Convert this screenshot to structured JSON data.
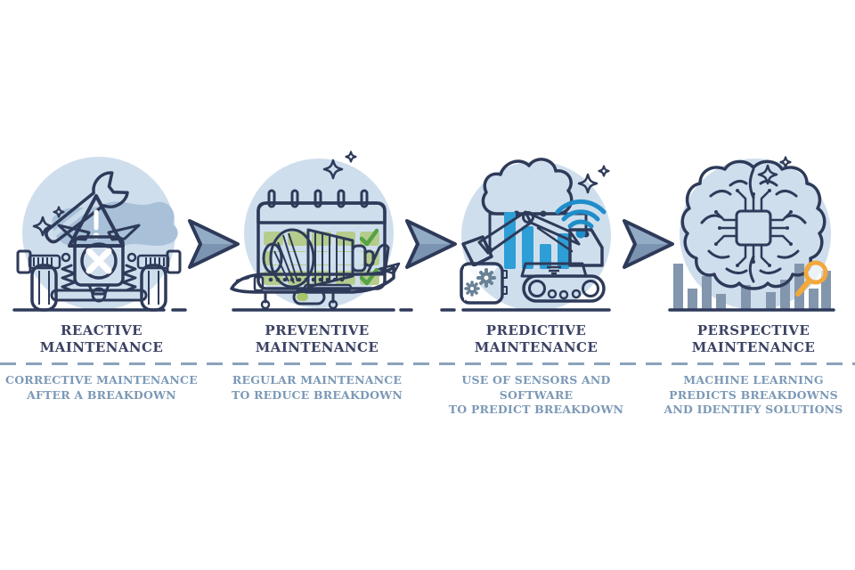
{
  "figure": {
    "kind": "maintenance-types-infographic",
    "divider_style": "dashed"
  },
  "colors": {
    "outline": "#2e3a59",
    "title_text": "#3b4263",
    "subtitle_text": "#7c99b6",
    "divider": "#8ba3bb",
    "circle_bg": "#cfdeed",
    "blob": "#a8c1d9",
    "alert_red": "#ec7a6e",
    "leaf_green": "#a9c46a",
    "cell_green": "#b5cc8d",
    "check_green": "#57a246",
    "accent_blue": "#2d9ed6",
    "steel_gray": "#8496ac",
    "amber": "#f2a83d",
    "chip_amber": "#f8b02c",
    "arrow_top": "#93acc6",
    "arrow_bottom": "#7b94b1"
  },
  "stages": [
    {
      "id": "reactive",
      "icon": "broken-vehicle-wrench-warning-icon",
      "title_lines": [
        "REACTIVE",
        "MAINTENANCE"
      ],
      "description_lines": [
        "CORRECTIVE MAINTENANCE",
        "AFTER A BREAKDOWN"
      ]
    },
    {
      "id": "preventive",
      "icon": "maintenance-calendar-airplane-icon",
      "title_lines": [
        "PREVENTIVE",
        "MAINTENANCE"
      ],
      "description_lines": [
        "REGULAR MAINTENANCE",
        "TO REDUCE BREAKDOWN"
      ]
    },
    {
      "id": "predictive",
      "icon": "excavator-cloud-sensors-icon",
      "title_lines": [
        "PREDICTIVE",
        "MAINTENANCE"
      ],
      "description_lines": [
        "USE OF SENSORS AND SOFTWARE",
        "TO PREDICT BREAKDOWN"
      ]
    },
    {
      "id": "perspective",
      "icon": "ai-brain-chip-magnifier-icon",
      "title_lines": [
        "PERSPECTIVE",
        "MAINTENANCE"
      ],
      "description_lines": [
        "MACHINE LEARNING",
        "PREDICTS BREAKDOWNS",
        "AND IDENTIFY SOLUTIONS"
      ]
    }
  ],
  "arrows": [
    {
      "icon": "arrow-right-icon"
    },
    {
      "icon": "arrow-right-icon"
    },
    {
      "icon": "arrow-right-icon"
    }
  ]
}
